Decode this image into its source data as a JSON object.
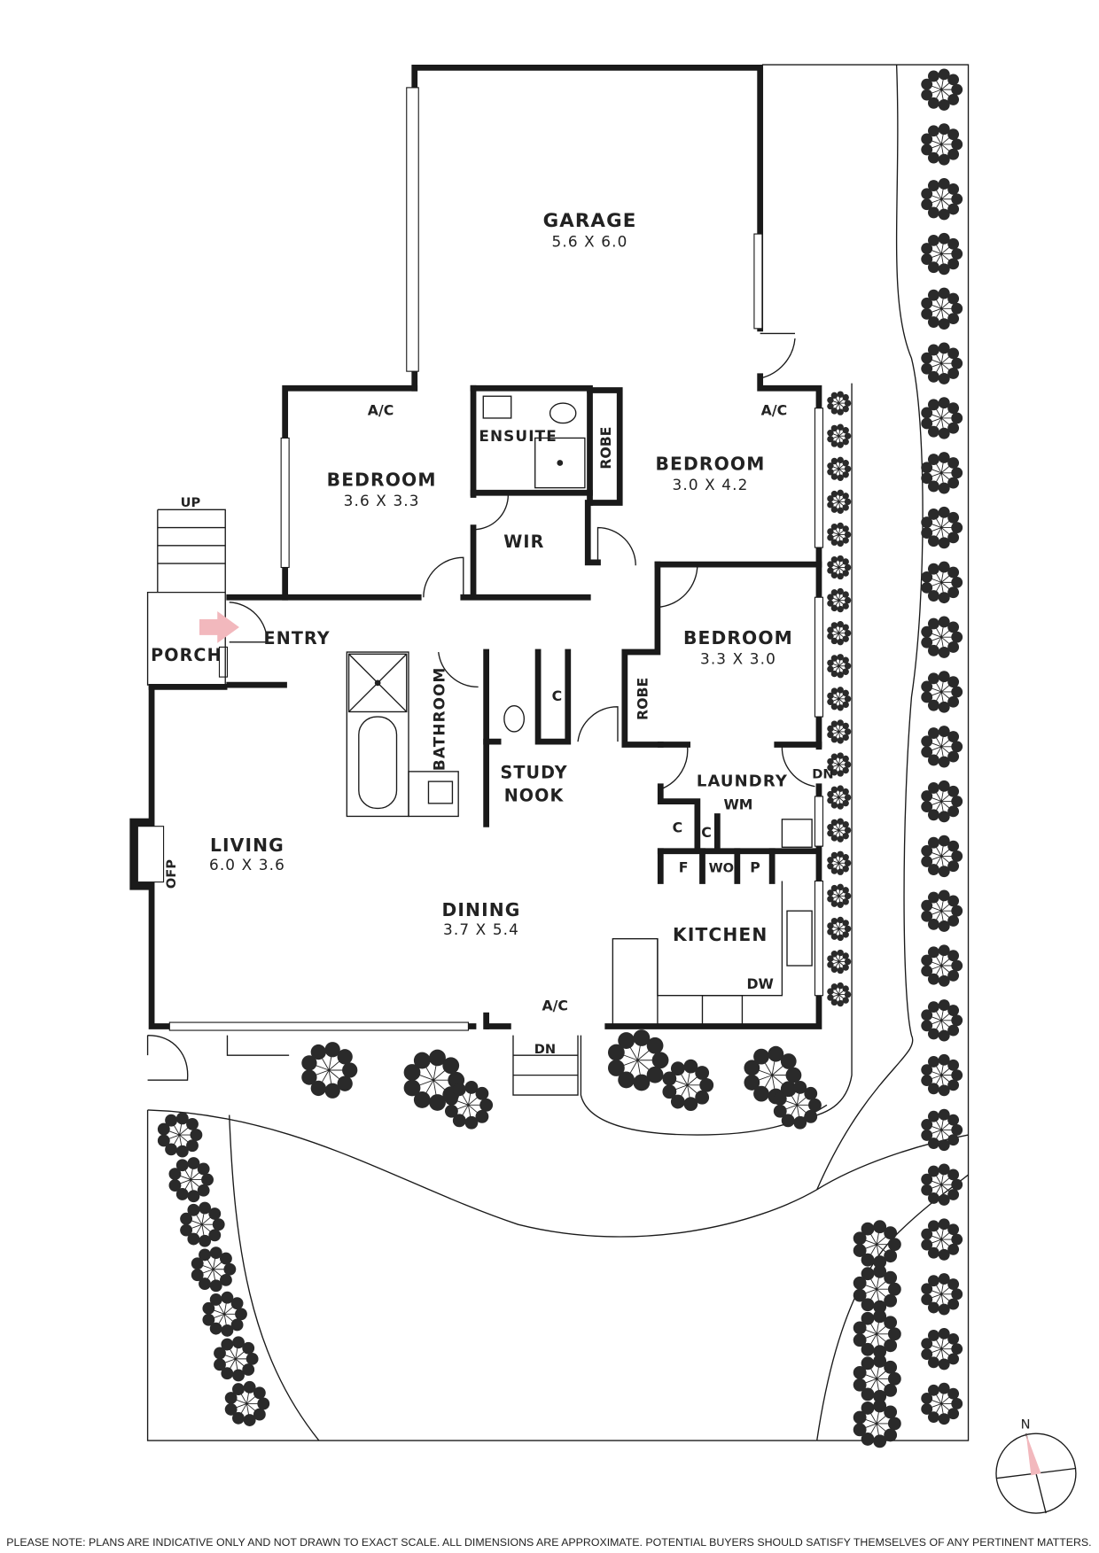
{
  "rooms": {
    "garage": {
      "name": "GARAGE",
      "dims": "5.6 X 6.0"
    },
    "bedroom1": {
      "name": "BEDROOM",
      "dims": "3.6 X 3.3"
    },
    "bedroom2": {
      "name": "BEDROOM",
      "dims": "3.0 X 4.2"
    },
    "bedroom3": {
      "name": "BEDROOM",
      "dims": "3.3 X 3.0"
    },
    "living": {
      "name": "LIVING",
      "dims": "6.0 X 3.6"
    },
    "dining": {
      "name": "DINING",
      "dims": "3.7 X 5.4"
    },
    "ensuite": {
      "name": "ENSUITE"
    },
    "wir": {
      "name": "WIR"
    },
    "entry": {
      "name": "ENTRY"
    },
    "porch": {
      "name": "PORCH"
    },
    "bathroom": {
      "name": "BATHROOM"
    },
    "study_line1": {
      "name": "STUDY"
    },
    "study_line2": {
      "name": "NOOK"
    },
    "laundry": {
      "name": "LAUNDRY"
    },
    "kitchen": {
      "name": "KITCHEN"
    }
  },
  "fixtures": {
    "ac1": "A/C",
    "ac2": "A/C",
    "ac3": "A/C",
    "robe1": "ROBE",
    "robe2": "ROBE",
    "c1": "C",
    "c2": "C",
    "c3": "C",
    "wm": "WM",
    "f": "F",
    "wo": "WO",
    "p": "P",
    "dw": "DW",
    "ofp": "OFP",
    "up": "UP",
    "dn1": "DN",
    "dn2": "DN"
  },
  "compass": {
    "north": "N"
  },
  "colors": {
    "wall": "#1a1a1a",
    "arrow": "#f2b8bd"
  },
  "note": "PLEASE NOTE: PLANS ARE INDICATIVE ONLY AND NOT DRAWN TO EXACT SCALE. ALL DIMENSIONS ARE APPROXIMATE. POTENTIAL BUYERS SHOULD SATISFY THEMSELVES OF ANY PERTINENT MATTERS."
}
